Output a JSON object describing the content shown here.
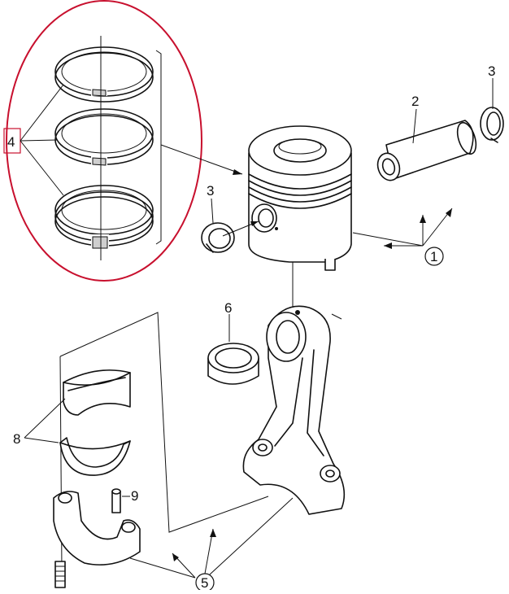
{
  "diagram": {
    "callouts": {
      "c1": "1",
      "c2": "2",
      "c3a": "3",
      "c3b": "3",
      "c4": "4",
      "c5": "5",
      "c6": "6",
      "c8": "8",
      "c9": "9"
    },
    "colors": {
      "line": "#111111",
      "highlight_ellipse": "#c8102e",
      "background": "#ffffff"
    }
  }
}
